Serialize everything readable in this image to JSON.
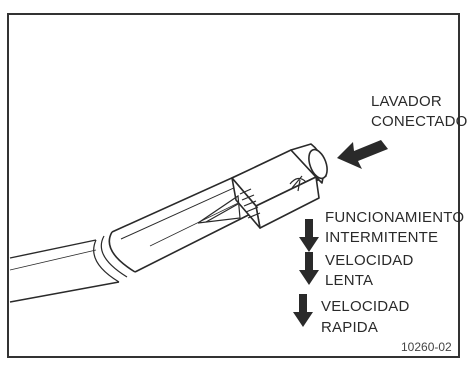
{
  "labels": {
    "washer_line1": "LAVADOR",
    "washer_line2": "CONECTADO",
    "intermittent_line1": "FUNCIONAMIENTO",
    "intermittent_line2": "INTERMITENTE",
    "slow_line1": "VELOCIDAD",
    "slow_line2": "LENTA",
    "fast_line1": "VELOCIDAD",
    "fast_line2": "RAPIDA"
  },
  "figure_code": "10260-02",
  "colors": {
    "ink": "#2a2a2a",
    "frame": "#333333",
    "background": "#ffffff"
  }
}
